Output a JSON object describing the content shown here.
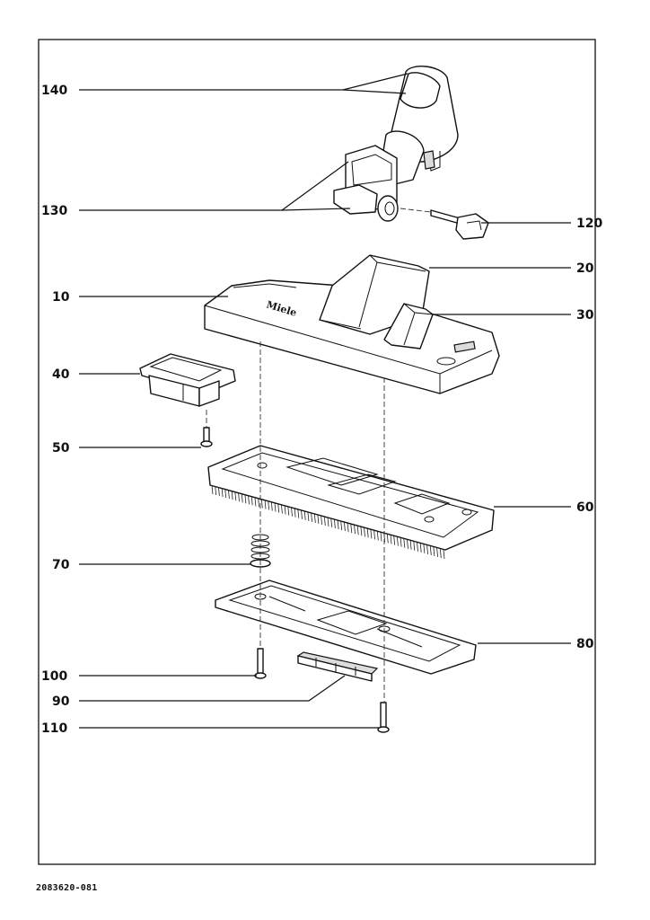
{
  "callouts": [
    "140",
    "130",
    "120",
    "20",
    "10",
    "30",
    "40",
    "50",
    "60",
    "70",
    "80",
    "100",
    "90",
    "110"
  ],
  "brand_mark": "Miele",
  "document_id": "2083620-081"
}
